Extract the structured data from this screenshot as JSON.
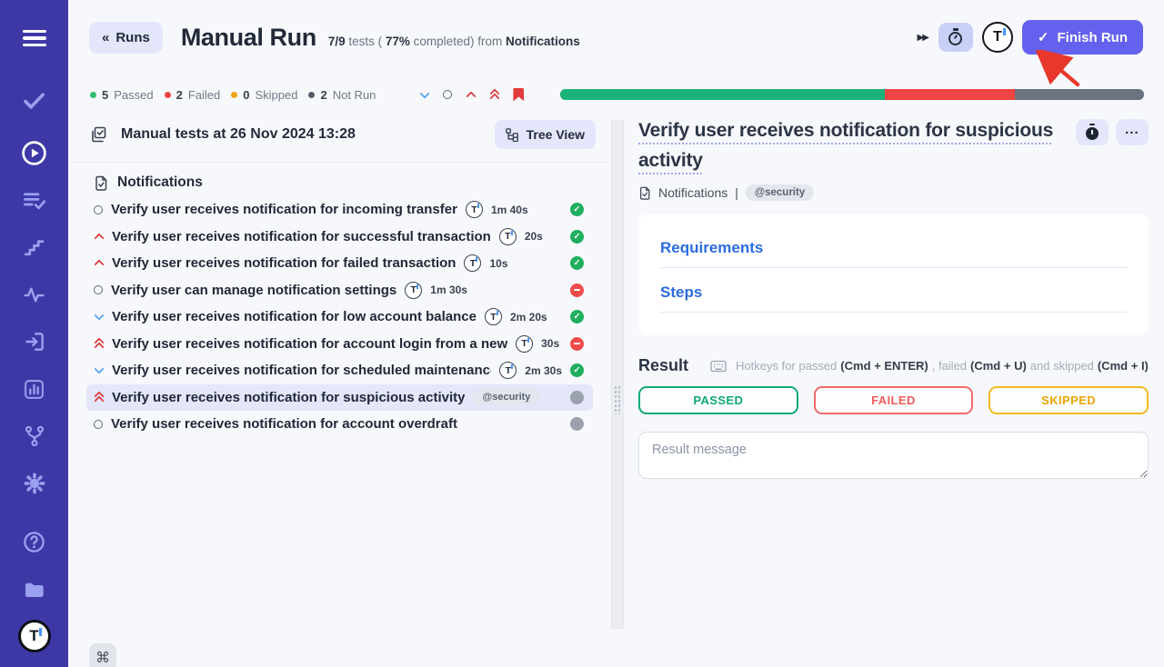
{
  "icons": {
    "back_chevrons": "«",
    "fast_forward": "▶▶",
    "finish_check": "✓",
    "logo_letter": "T",
    "more": "...",
    "command": "⌘",
    "breadcrumb_separator": "|"
  },
  "header": {
    "back_label": "Runs",
    "title": "Manual Run",
    "subtitle": {
      "fraction": "7/9",
      "mid1": " tests ( ",
      "pct": "77%",
      "mid2": " completed) from ",
      "suite": "Notifications"
    },
    "finish_label": "Finish Run"
  },
  "annotation": {
    "red_arrow_points_to": "stopwatch-button",
    "color": "#e8372c"
  },
  "status_bar": {
    "legend": [
      {
        "count": "5",
        "label": "Passed",
        "color": "#2fbe6e"
      },
      {
        "count": "2",
        "label": "Failed",
        "color": "#ef4444"
      },
      {
        "count": "0",
        "label": "Skipped",
        "color": "#f0a318"
      },
      {
        "count": "2",
        "label": "Not Run",
        "color": "#565e6e"
      }
    ],
    "progress": {
      "passed_pct": 55.6,
      "failed_pct": 22.2,
      "notrun_pct": 22.2,
      "colors": {
        "passed": "#19b37a",
        "failed": "#ef4444",
        "notrun": "#6b7280"
      }
    }
  },
  "run_panel": {
    "header": {
      "title": "Manual tests at 26 Nov 2024 13:28",
      "tree_view_label": "Tree View"
    },
    "folder_label": "Notifications",
    "tests": [
      {
        "priority": "none",
        "title": "Verify user receives notification for incoming transfer",
        "duration": "1m 40s",
        "status": "passed"
      },
      {
        "priority": "high",
        "title": "Verify user receives notification for successful transaction",
        "duration": "20s",
        "status": "passed"
      },
      {
        "priority": "high",
        "title": "Verify user receives notification for failed transaction",
        "duration": "10s",
        "status": "passed"
      },
      {
        "priority": "none",
        "title": "Verify user can manage notification settings",
        "duration": "1m 30s",
        "status": "failed"
      },
      {
        "priority": "low",
        "title": "Verify user receives notification for low account balance",
        "duration": "2m 20s",
        "status": "passed"
      },
      {
        "priority": "critical",
        "title": "Verify user receives notification for account login from a new",
        "duration": "30s",
        "status": "failed"
      },
      {
        "priority": "low",
        "title": "Verify user receives notification for scheduled maintenance",
        "duration": "2m 30s",
        "status": "passed"
      },
      {
        "priority": "critical",
        "title": "Verify user receives notification for suspicious activity",
        "tag": "@security",
        "status": "notrun",
        "selected": true
      },
      {
        "priority": "none",
        "title": "Verify user receives notification for account overdraft",
        "status": "notrun"
      }
    ]
  },
  "detail_panel": {
    "title": "Verify user receives notification for suspicious activity",
    "breadcrumb": {
      "suite": "Notifications",
      "separator": "|",
      "tag": "@security"
    },
    "sections": [
      {
        "label": "Requirements"
      },
      {
        "label": "Steps"
      }
    ],
    "result": {
      "heading": "Result",
      "hotkeys": {
        "t1": "Hotkeys for passed ",
        "b1": "(Cmd + ENTER)",
        "t2": " , failed ",
        "b2": "(Cmd + U)",
        "t3": " and skipped ",
        "b3": "(Cmd + I)"
      },
      "buttons": [
        {
          "label": "PASSED",
          "color": "#10a878"
        },
        {
          "label": "FAILED",
          "color": "#f26a6a"
        },
        {
          "label": "SKIPPED",
          "color": "#f3ba1d"
        }
      ],
      "message_placeholder": "Result message"
    }
  },
  "colors": {
    "sidebar": "#3e38a7",
    "accent": "#6461ee",
    "selected_row": "#e4e6f9",
    "light_button": "#e4e7fb",
    "highlight_button": "#c9d0f7",
    "link_blue": "#2b6cdf"
  }
}
